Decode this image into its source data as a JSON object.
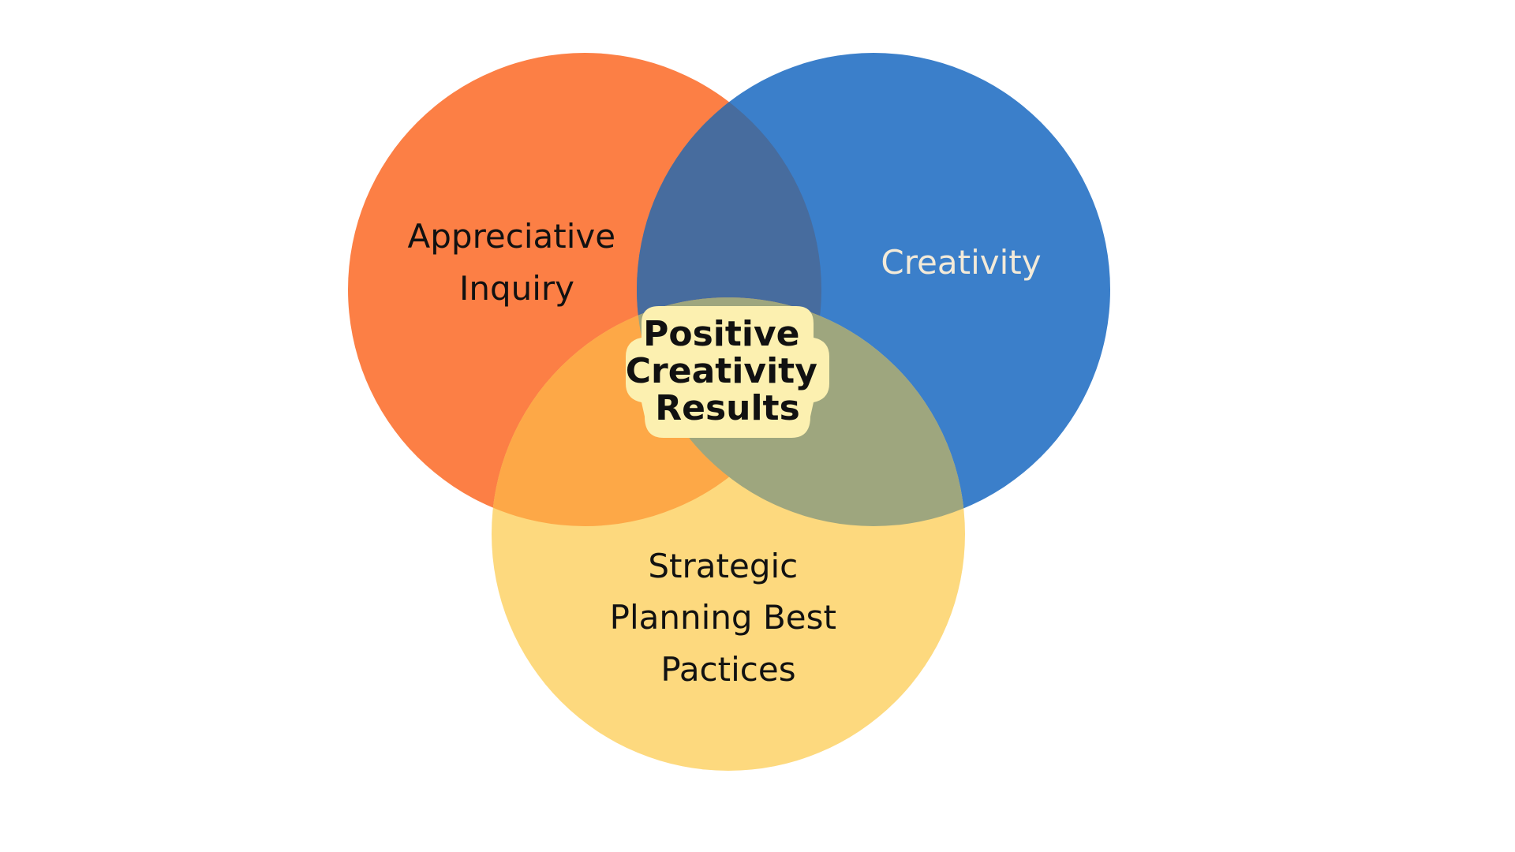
{
  "diagram": {
    "type": "venn",
    "sets": [
      {
        "id": "appreciative-inquiry",
        "lines": [
          "Appreciative",
          "Inquiry"
        ],
        "color": "#fc7f45",
        "text_color": "#111111"
      },
      {
        "id": "creativity",
        "lines": [
          "Creativity"
        ],
        "color": "#3b7fca",
        "text_color": "#f3ead8"
      },
      {
        "id": "strategic-planning",
        "lines": [
          "Strategic",
          "Planning Best",
          "Pactices"
        ],
        "color": "#fdd97e",
        "text_color": "#111111"
      }
    ],
    "center": {
      "lines": [
        "Positive",
        "Creativity",
        "Results"
      ],
      "badge_color": "#fcf0b0"
    },
    "overlap_colors": {
      "top": "#476c9e",
      "left_bottom": "#fda847",
      "right_bottom": "#9ea67e"
    }
  }
}
